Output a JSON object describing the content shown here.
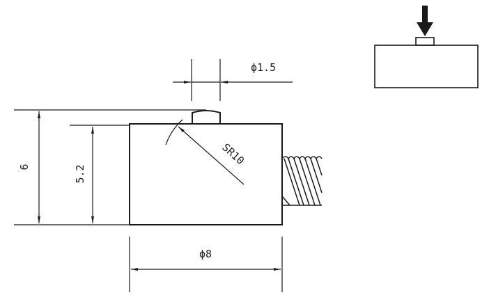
{
  "dimensions": {
    "total_height": "6",
    "body_height": "5.2",
    "button_diameter": "ϕ1.5",
    "body_diameter": "ϕ8",
    "sphere_radius": "SR10"
  },
  "colors": {
    "line": "#1a1a1a",
    "background": "#ffffff"
  },
  "icons": {
    "load_direction": "down-arrow-icon"
  }
}
